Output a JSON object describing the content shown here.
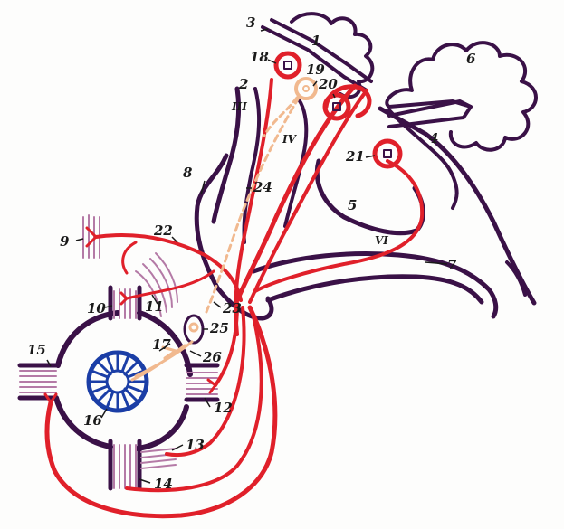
{
  "colors": {
    "purple": "#3a1147",
    "red": "#e0202a",
    "blue": "#1b3ea6",
    "peach": "#f1b98f",
    "hatch": "#b47aa6"
  },
  "labels": {
    "n1": "1",
    "n2": "2",
    "n3": "3",
    "n4": "4",
    "n5": "5",
    "n6": "6",
    "n7": "7",
    "n8": "8",
    "n9": "9",
    "n10": "10",
    "n11": "11",
    "n12": "12",
    "n13": "13",
    "n14": "14",
    "n15": "15",
    "n16": "16",
    "n17": "17",
    "n18": "18",
    "n19": "19",
    "n20": "20",
    "n21": "21",
    "n22": "22",
    "n23": "23",
    "n24": "24",
    "n25": "25",
    "n26": "26",
    "rIII": "III",
    "rIV": "IV",
    "rVI": "VI"
  }
}
